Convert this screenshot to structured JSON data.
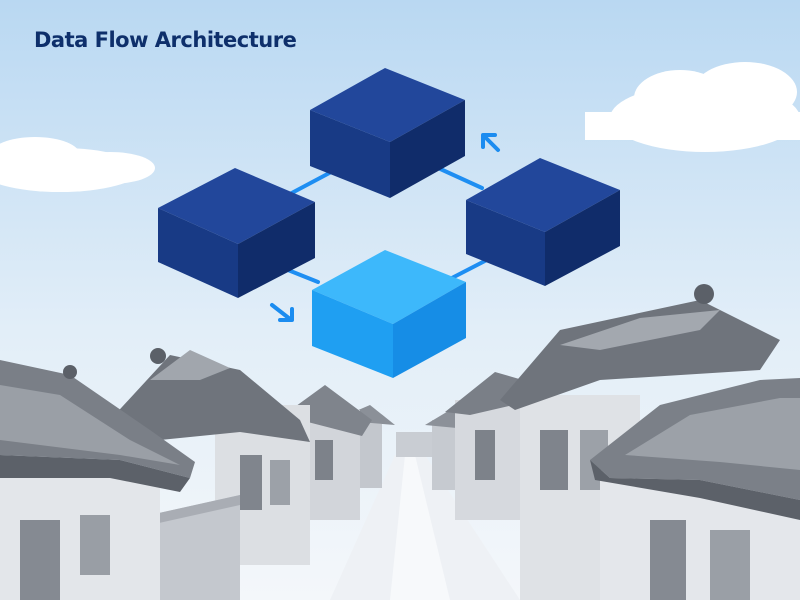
{
  "diagram": {
    "title": "Data Flow Architecture",
    "nodes": [
      {
        "id": "top-right-node",
        "role": "processing-node",
        "color": "#1b3f93"
      },
      {
        "id": "left-node",
        "role": "processing-node",
        "color": "#1b3f93"
      },
      {
        "id": "right-node",
        "role": "processing-node",
        "color": "#1b3f93"
      },
      {
        "id": "active-node",
        "role": "highlighted-node",
        "color": "#1ea6f6"
      }
    ],
    "connectors": [
      {
        "from": "left-node",
        "to": "top-right-node"
      },
      {
        "from": "top-right-node",
        "to": "right-node"
      },
      {
        "from": "left-node",
        "to": "active-node"
      },
      {
        "from": "active-node",
        "to": "right-node"
      }
    ],
    "arrows": [
      {
        "icon": "arrow-up-left-icon",
        "color": "#1b8cf0"
      },
      {
        "icon": "arrow-down-right-icon",
        "color": "#1b8cf0"
      }
    ],
    "background": {
      "sky": "#dceaf7",
      "ground": "#e6e9ee",
      "rooftops": "#7d8189",
      "walls": "#dadde2"
    }
  }
}
